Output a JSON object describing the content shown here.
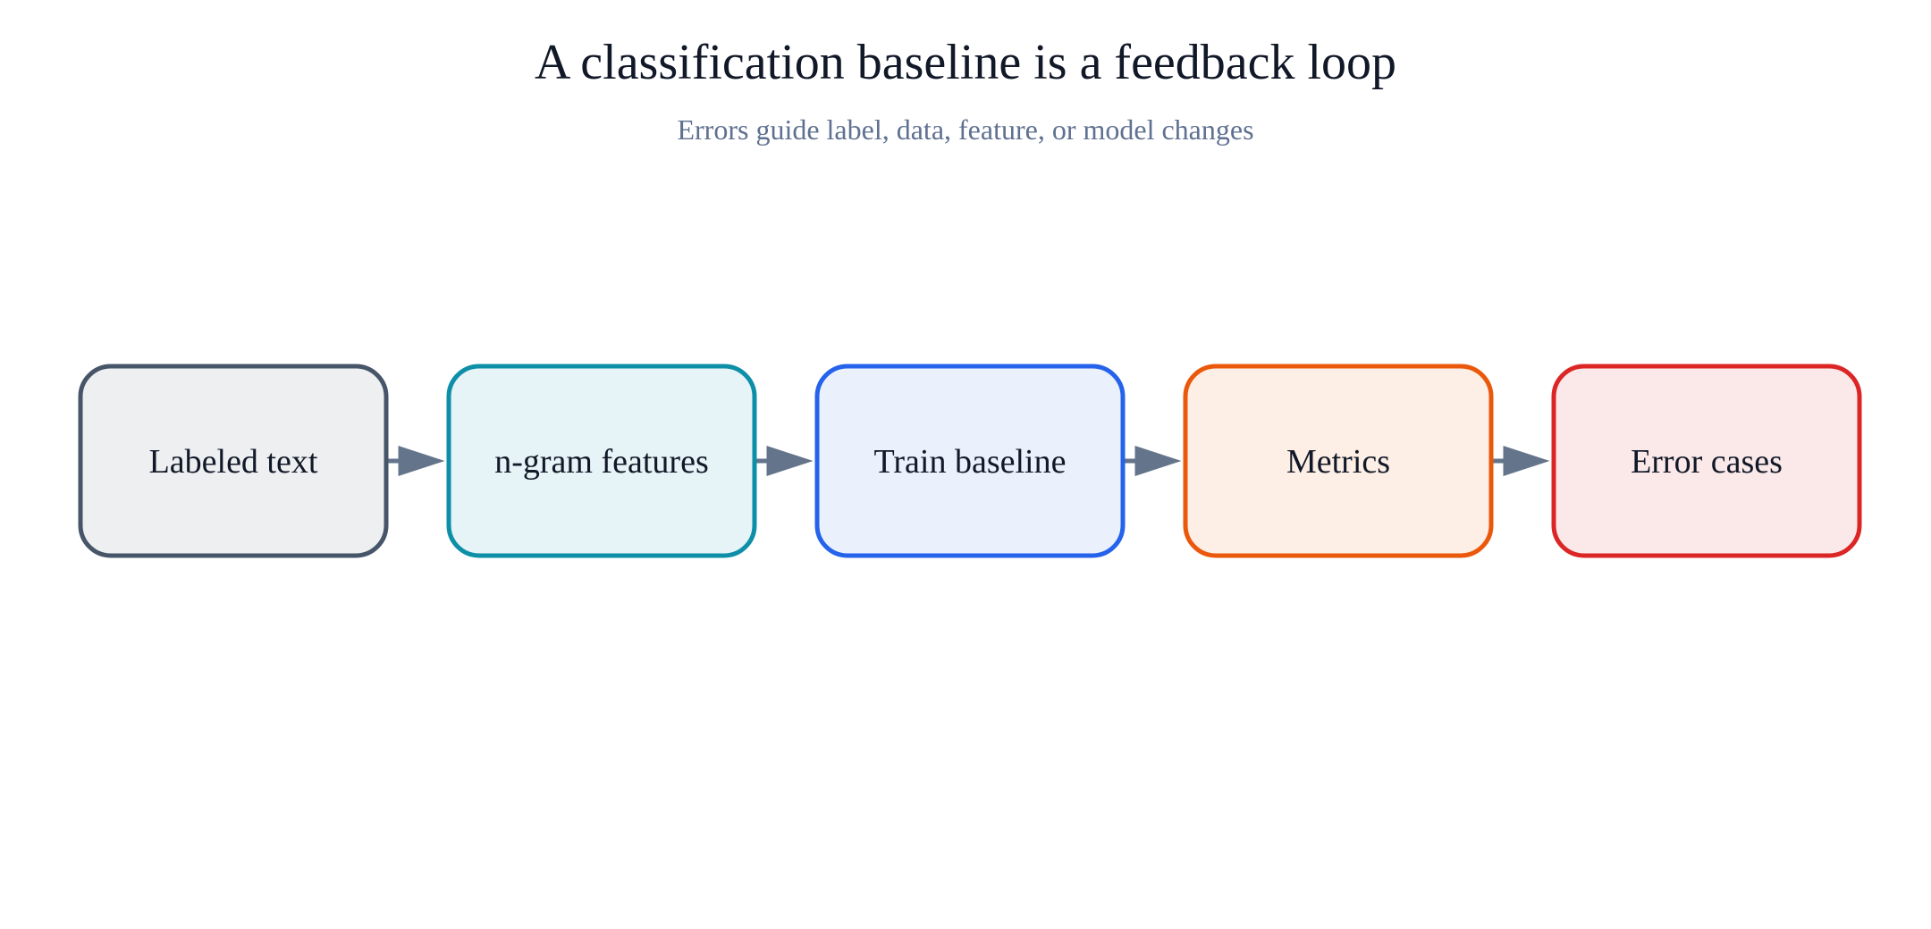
{
  "title": "A classification baseline is a feedback loop",
  "subtitle": "Errors guide label, data, feature, or model changes",
  "colors": {
    "title": "#111827",
    "subtitle": "#5f7090",
    "arrow": "#64748b"
  },
  "nodes": [
    {
      "id": "labeled-text",
      "label": "Labeled text",
      "stroke": "#475569",
      "fill": "#eeeff1"
    },
    {
      "id": "ngram-features",
      "label": "n-gram features",
      "stroke": "#0e8fa8",
      "fill": "#e6f3f7"
    },
    {
      "id": "train-baseline",
      "label": "Train baseline",
      "stroke": "#2563eb",
      "fill": "#eaf0fc"
    },
    {
      "id": "metrics",
      "label": "Metrics",
      "stroke": "#ea580c",
      "fill": "#fdefe6"
    },
    {
      "id": "error-cases",
      "label": "Error cases",
      "stroke": "#dc2626",
      "fill": "#fbe9ea"
    }
  ],
  "edges": [
    {
      "from": "labeled-text",
      "to": "ngram-features"
    },
    {
      "from": "ngram-features",
      "to": "train-baseline"
    },
    {
      "from": "train-baseline",
      "to": "metrics"
    },
    {
      "from": "metrics",
      "to": "error-cases"
    }
  ]
}
